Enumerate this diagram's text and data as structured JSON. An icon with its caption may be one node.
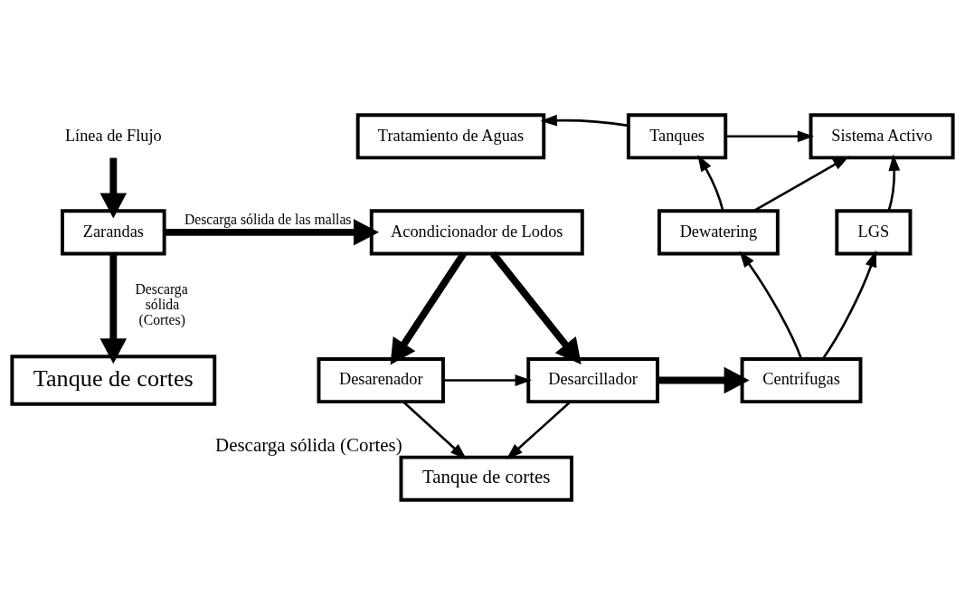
{
  "diagram": {
    "nodes": [
      {
        "text": [
          "Línea de Flujo"
        ]
      },
      {
        "text": [
          "Tratamiento de Aguas"
        ]
      },
      {
        "text": [
          "Tanques"
        ]
      },
      {
        "text": [
          "Sistema Activo"
        ]
      },
      {
        "text": [
          "Zarandas"
        ]
      },
      {
        "text": [
          "Acondicionador de Lodos"
        ]
      },
      {
        "text": [
          "Dewatering"
        ]
      },
      {
        "text": [
          "LGS"
        ]
      },
      {
        "text": [
          "Tanque de cortes"
        ]
      },
      {
        "text": [
          "Desarenador"
        ]
      },
      {
        "text": [
          "Desarcillador"
        ]
      },
      {
        "text": [
          "Centrifugas"
        ]
      },
      {
        "text": [
          "Tanque de cortes"
        ],
        "beside": [
          "Descarga sólida (Cortes)"
        ]
      }
    ],
    "edges": [
      {
        "from": 0,
        "to": 4,
        "arrow": "to",
        "style": "thick"
      },
      {
        "from": 2,
        "to": 1,
        "arrow": "to"
      },
      {
        "from": 2,
        "to": 3,
        "arrow": "to"
      },
      {
        "from": 4,
        "to": 5,
        "arrow": "to",
        "style": "thick",
        "label": "Descarga sólida de las mallas"
      },
      {
        "from": 6,
        "to": 2,
        "arrow": "to"
      },
      {
        "from": 6,
        "to": 3,
        "arrow": "to"
      },
      {
        "from": 7,
        "to": 3,
        "arrow": "to"
      },
      {
        "from": 4,
        "to": 8,
        "arrow": "to",
        "style": "thick",
        "label": "Descarga sólida (Cortes)"
      },
      {
        "from": 11,
        "to": 6,
        "arrow": "to"
      },
      {
        "from": 11,
        "to": 7,
        "arrow": "to"
      },
      {
        "from": 5,
        "to": 9,
        "arrow": "to",
        "style": "thick"
      },
      {
        "from": 5,
        "to": 10,
        "arrow": "to",
        "style": "thick"
      },
      {
        "from": 9,
        "to": 10,
        "arrow": "to"
      },
      {
        "from": 10,
        "to": 11,
        "arrow": "to",
        "style": "thick"
      },
      {
        "from": 9,
        "to": 12,
        "arrow": "to"
      },
      {
        "from": 10,
        "to": 12,
        "arrow": "to"
      }
    ]
  }
}
